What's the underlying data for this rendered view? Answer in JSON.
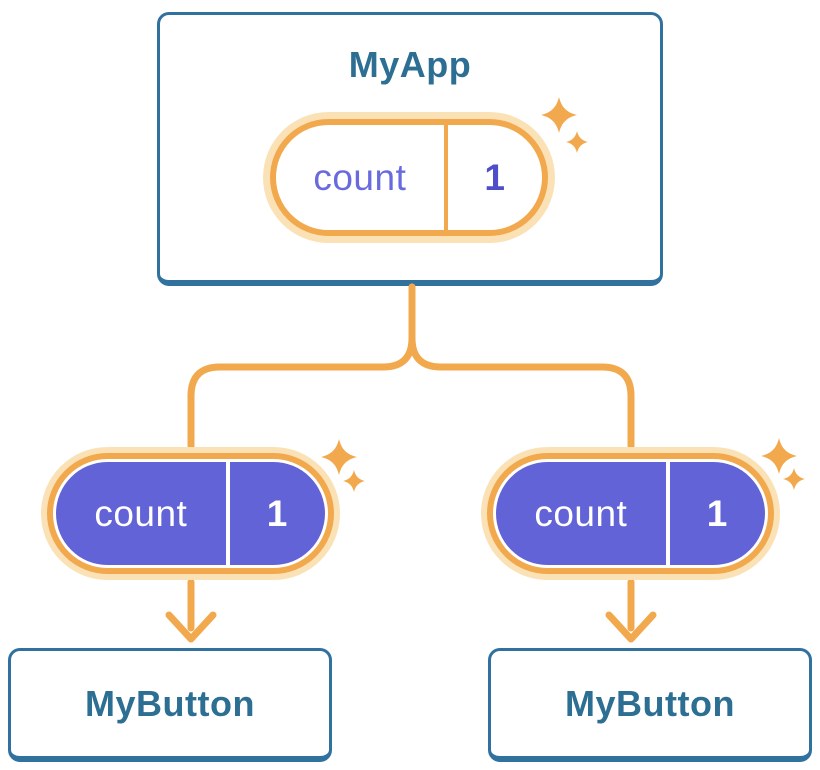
{
  "diagram": {
    "root": {
      "title": "MyApp",
      "state": {
        "label": "count",
        "value": "1"
      }
    },
    "children": [
      {
        "title": "MyButton",
        "state": {
          "label": "count",
          "value": "1"
        }
      },
      {
        "title": "MyButton",
        "state": {
          "label": "count",
          "value": "1"
        }
      }
    ]
  },
  "palette": {
    "orange": "#F2A94E",
    "orange_halo": "#FBE2B6",
    "purple": "#6363D8",
    "state_label_purple": "#6A6ADF",
    "state_value_purple": "#4E4ECB",
    "title_blue": "#2D6E93",
    "card_border_blue": "#30719E",
    "background": "#FFFFFF"
  },
  "icons": {
    "sparkle": "four-point-star"
  }
}
